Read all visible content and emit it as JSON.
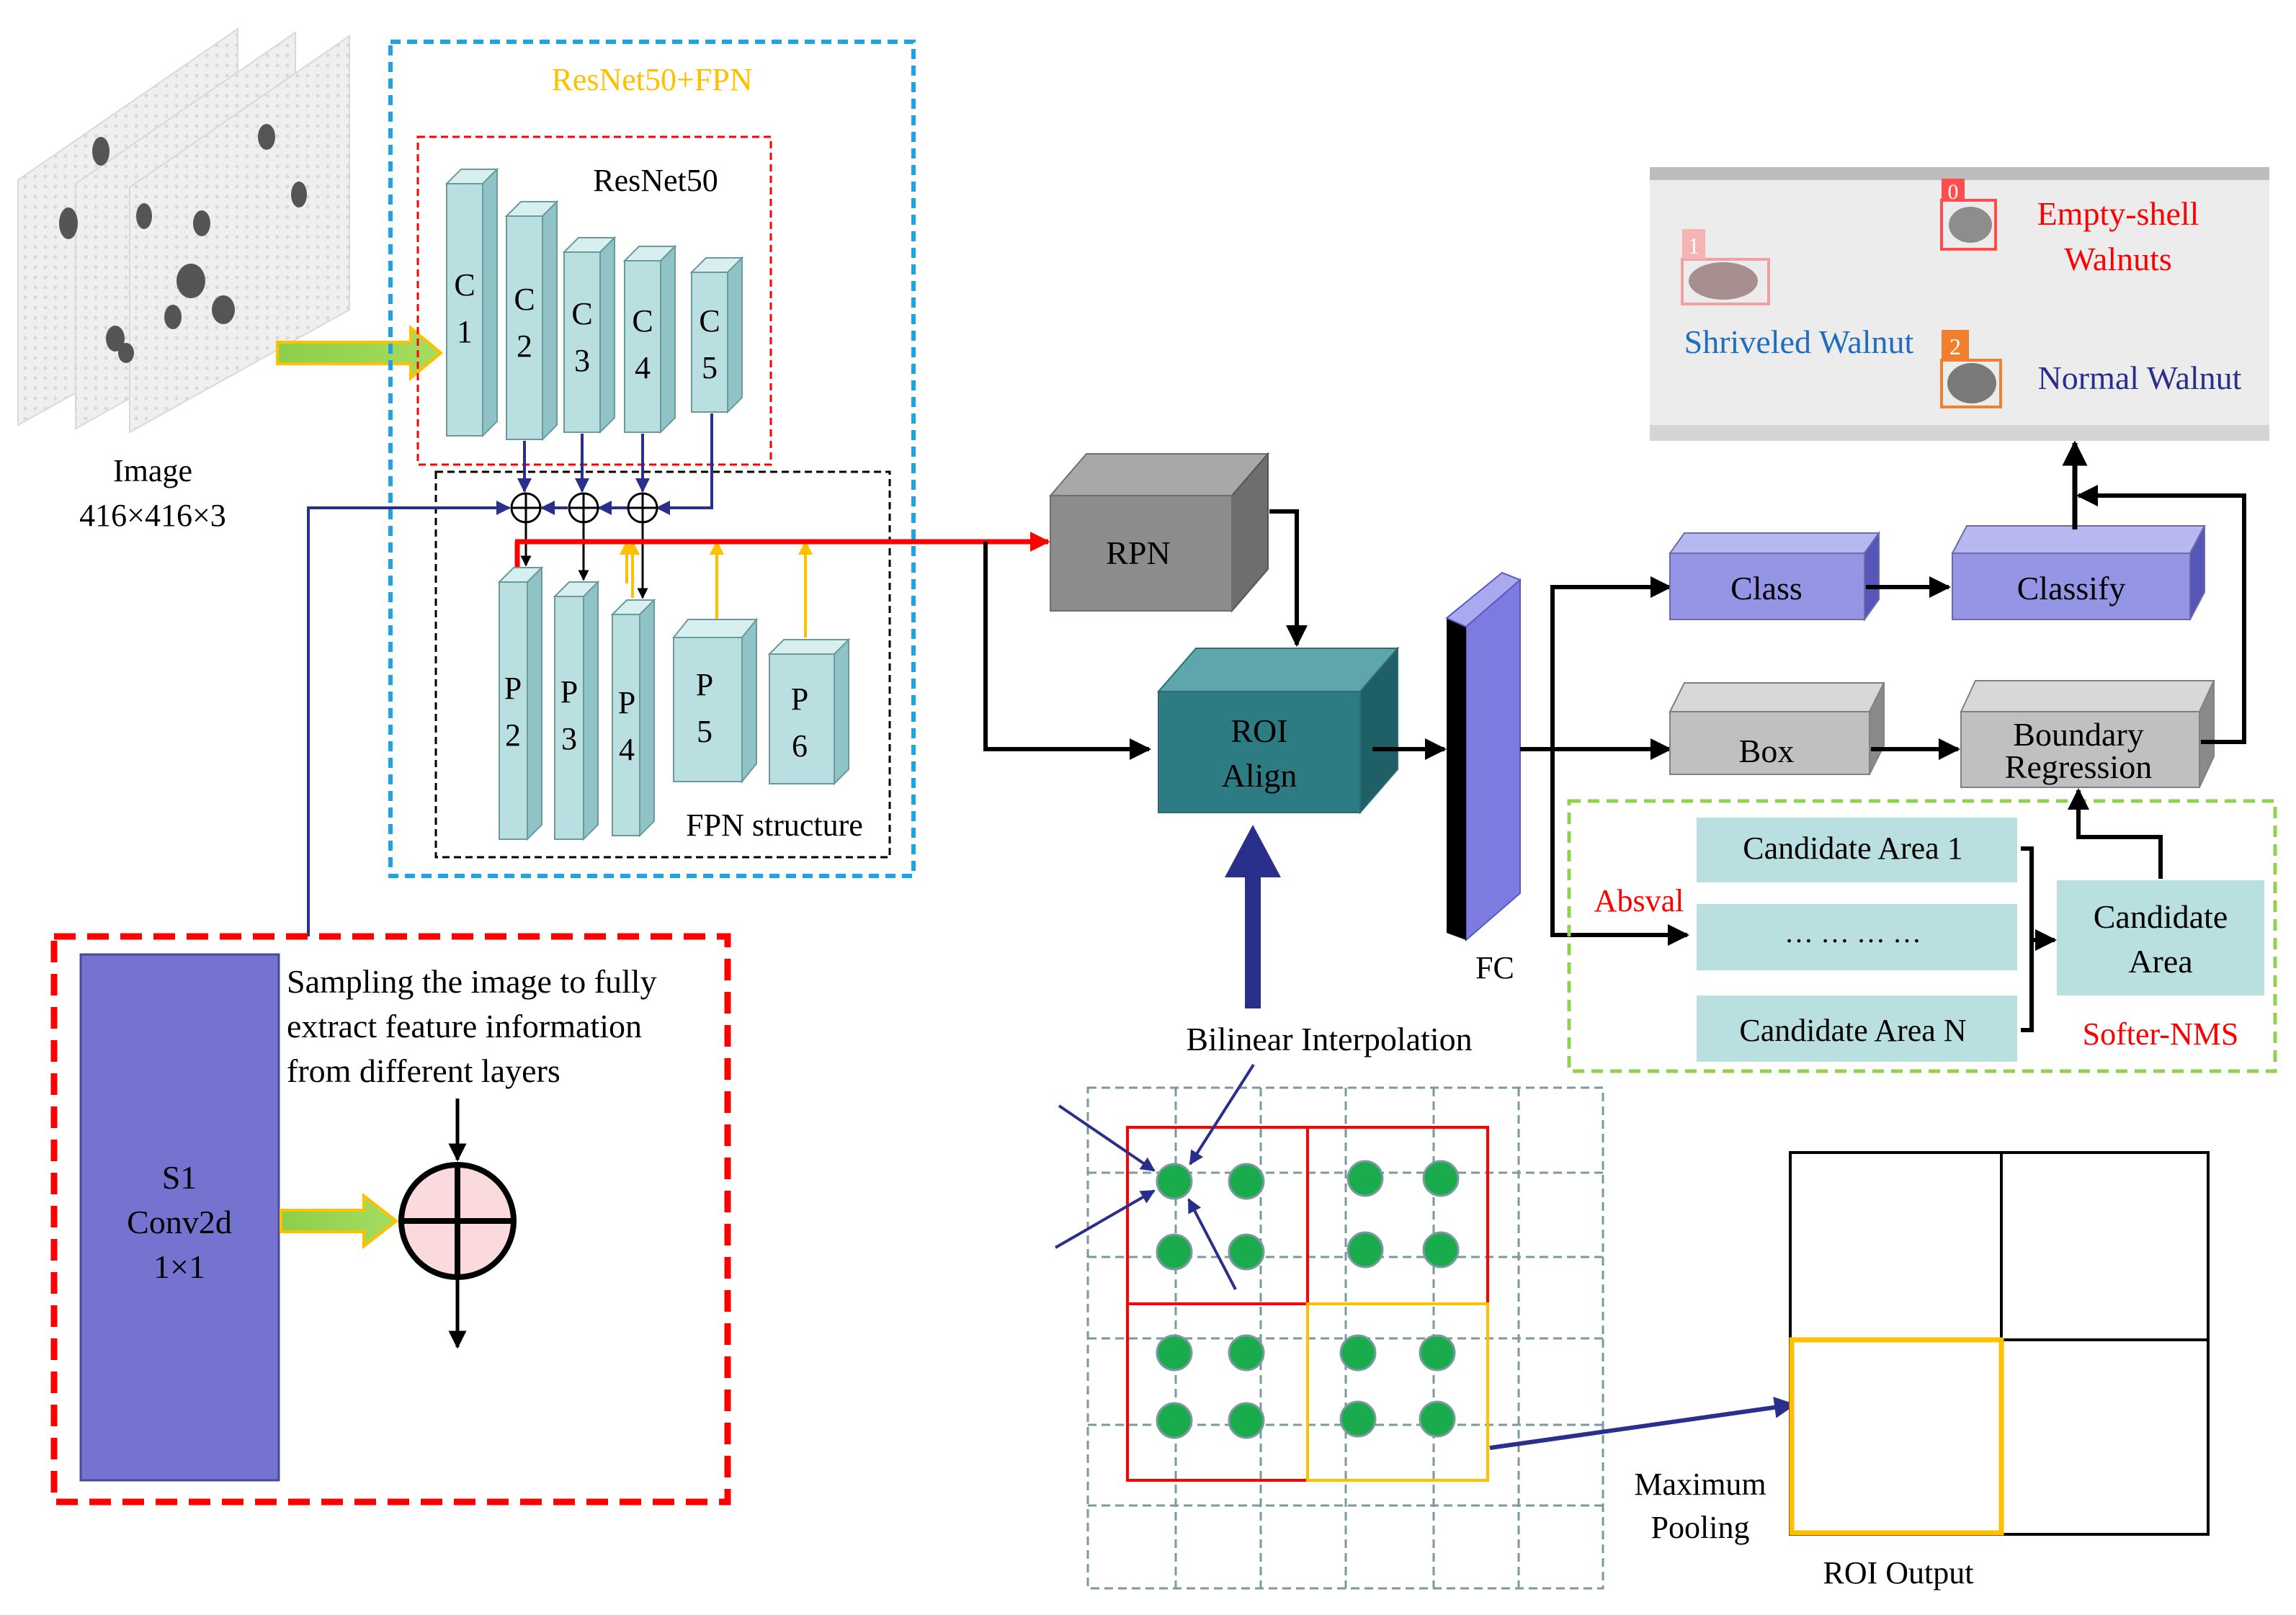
{
  "input": {
    "caption_line1": "Image",
    "caption_line2": "416×416×3"
  },
  "backbone": {
    "outer_title": "ResNet50+FPN",
    "resnet_title": "ResNet50",
    "c_layers": [
      {
        "line1": "C",
        "line2": "1"
      },
      {
        "line1": "C",
        "line2": "2"
      },
      {
        "line1": "C",
        "line2": "3"
      },
      {
        "line1": "C",
        "line2": "4"
      },
      {
        "line1": "C",
        "line2": "5"
      }
    ],
    "p_layers": [
      {
        "line1": "P",
        "line2": "2"
      },
      {
        "line1": "P",
        "line2": "3"
      },
      {
        "line1": "P",
        "line2": "4"
      },
      {
        "line1": "P",
        "line2": "5"
      },
      {
        "line1": "P",
        "line2": "6"
      }
    ],
    "fpn_label": "FPN structure"
  },
  "sampling": {
    "conv_line1": "S1",
    "conv_line2": "Conv2d",
    "conv_line3": "1×1",
    "desc_line1": "Sampling the image to fully",
    "desc_line2": "extract feature information",
    "desc_line3": "from different layers"
  },
  "rpn": {
    "label": "RPN"
  },
  "roi_align": {
    "line1": "ROI",
    "line2": "Align"
  },
  "fc": {
    "label": "FC"
  },
  "bilinear": {
    "label": "Bilinear Interpolation"
  },
  "pooling": {
    "line1": "Maximum",
    "line2": "Pooling",
    "output_label": "ROI Output"
  },
  "heads": {
    "class_label": "Class",
    "classify_label": "Classify",
    "box_label": "Box",
    "regression_line1": "Boundary",
    "regression_line2": "Regression"
  },
  "nms": {
    "absval_label": "Absval",
    "candidate_1": "Candidate Area 1",
    "candidate_dots": "… … … …",
    "candidate_n": "Candidate Area N",
    "merged_line1": "Candidate",
    "merged_line2": "Area",
    "method_label": "Softer-NMS"
  },
  "result": {
    "empty_line1": "Empty-shell",
    "empty_line2": "Walnuts",
    "shriveled": "Shriveled Walnut",
    "normal": "Normal Walnut",
    "tag_empty": "0",
    "tag_shriveled": "1",
    "tag_normal": "2"
  },
  "colors": {
    "layer_fill": "#b9dfe0",
    "navy": "#2b2f8c",
    "red": "#ff0000",
    "orange": "#ffc000",
    "blue_dash": "#1ba4e6",
    "green_dash": "#92d050",
    "purple": "#7473d0",
    "teal": "#2e7c83",
    "gray_box": "#c0c0c0",
    "green_dot": "#1aac4c"
  }
}
